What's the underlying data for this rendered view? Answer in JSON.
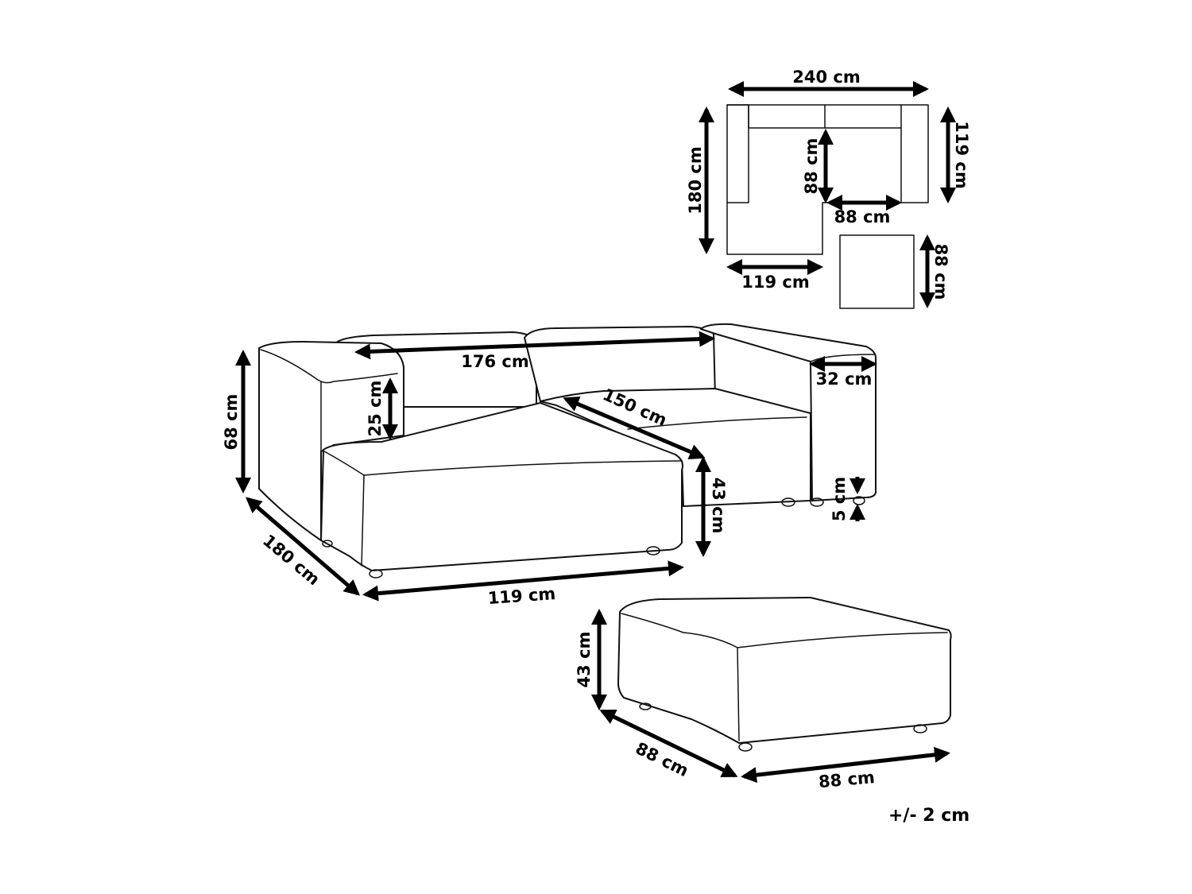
{
  "diagram": {
    "type": "product-dimension-drawing",
    "subject": "corner sofa with ottoman",
    "top_view": {
      "labels": {
        "overall_width": "240 cm",
        "overall_depth": "180 cm",
        "right_depth": "119 cm",
        "inner_depth": "88 cm",
        "inner_width": "88 cm",
        "chaise_width": "119 cm",
        "ottoman_side": "88 cm"
      }
    },
    "sofa_view": {
      "labels": {
        "backrest_length": "176 cm",
        "height": "68 cm",
        "armrest_above_seat": "25 cm",
        "chaise_length": "180 cm",
        "chaise_width": "119 cm",
        "seat_depth_diagonal": "150 cm",
        "seat_height": "43 cm",
        "armrest_width": "32 cm",
        "leg_height": "5 cm"
      }
    },
    "ottoman_view": {
      "labels": {
        "height": "43 cm",
        "depth": "88 cm",
        "width": "88 cm"
      }
    },
    "tolerance": "+/- 2 cm"
  }
}
